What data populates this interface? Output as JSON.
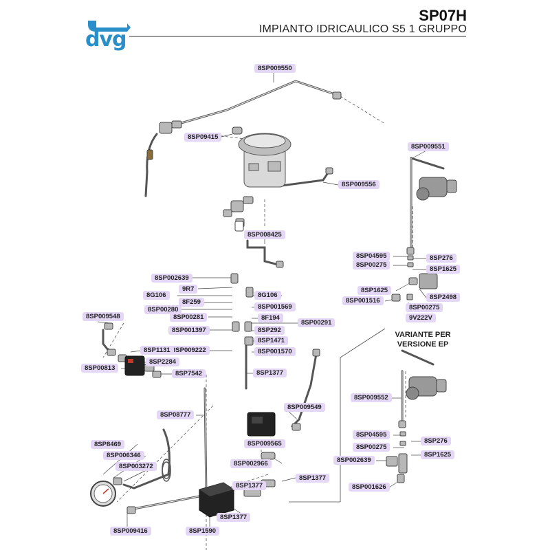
{
  "header": {
    "logo": "dvg",
    "code": "SP07H",
    "title": "IMPIANTO IDRICAULICO S5 1 GRUPPO"
  },
  "variant_title": "VARIANTE PER VERSIONE EP",
  "colors": {
    "label_bg": "#e4d7f5",
    "logo_blue": "#2a8fc9",
    "rule": "#333333"
  },
  "parts": [
    "8SP009550",
    "8SP09415",
    "8SP009556",
    "8SP009551",
    "8SP008425",
    "8SP002639",
    "9R7",
    "8G106",
    "8G106",
    "8F259",
    "8SP001569",
    "8SP00280",
    "8SP00281",
    "8F194",
    "8SP009548",
    "8SP001397",
    "8SP00291",
    "8SP292",
    "8SP1471",
    "8SP009222",
    "8SP001570",
    "8SP1131",
    "8SP2284",
    "8SP00813",
    "8SP7542",
    "8SP1377",
    "8SP04595",
    "8SP276",
    "8SP00275",
    "8SP1625",
    "8SP1625",
    "8SP2498",
    "8SP001516",
    "8SP00275",
    "9V222V",
    "8SP009552",
    "8SP08777",
    "8SP009549",
    "8SP009565",
    "8SP8469",
    "8SP006346",
    "8SP003272",
    "8SP002966",
    "8SP1377",
    "8SP1377",
    "8SP1377",
    "8SP009416",
    "8SP1590",
    "8SP04595",
    "8SP276",
    "8SP00275",
    "8SP002639",
    "8SP1625",
    "8SP001626"
  ]
}
